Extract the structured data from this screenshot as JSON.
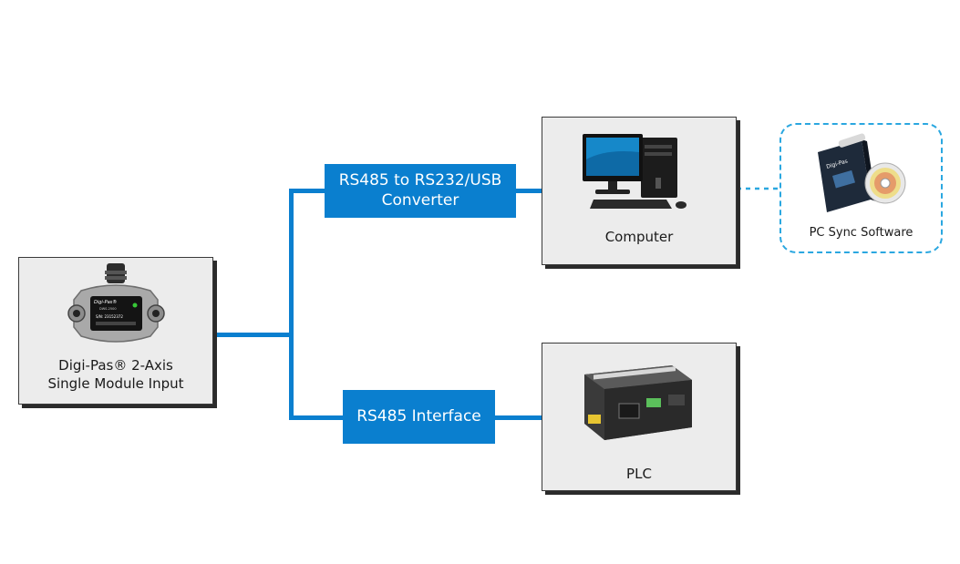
{
  "nodes": {
    "sensor": {
      "label_line1": "Digi-Pas®  2-Axis",
      "label_line2": "Single Module Input",
      "device_brand": "Digi-Pas®",
      "device_model": "DWS-2500",
      "device_serial": "S/N: 23152372"
    },
    "converter": {
      "label_line1": "RS485 to RS232/USB",
      "label_line2": "Converter"
    },
    "computer": {
      "label": "Computer"
    },
    "software": {
      "label": "PC Sync Software",
      "product_brand": "Digi-Pas"
    },
    "interface": {
      "label": "RS485 Interface"
    },
    "plc": {
      "label": "PLC"
    }
  },
  "colors": {
    "connector": "#0a7fcf",
    "dashed_border": "#2aa7e0",
    "box_fill": "#ececec"
  }
}
